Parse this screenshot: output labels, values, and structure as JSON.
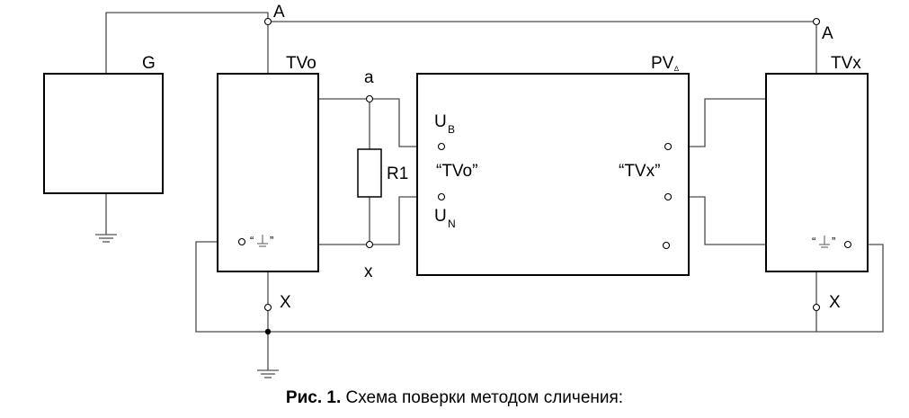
{
  "labels": {
    "node_a_upper_left": "A",
    "node_a_upper_right": "A",
    "generator": "G",
    "tv_reference": "TVo",
    "tv_tested": "TVx",
    "comparator": "PV",
    "comparator_subscript": "∆",
    "node_a_lower": "a",
    "node_x_lower": "x",
    "node_x_upper_left": "X",
    "node_x_upper_right": "X",
    "resistor": "R1",
    "input_ub_main": "U",
    "input_ub_sub": "B",
    "input_un_main": "U",
    "input_un_sub": "N",
    "input_tvo": "“TVo”",
    "input_tvx": "“TVx”",
    "ground_open_quote": "“",
    "ground_close_quote": "”"
  },
  "caption": {
    "number": "Рис. 1.",
    "text": " Схема поверки методом сличения:"
  }
}
